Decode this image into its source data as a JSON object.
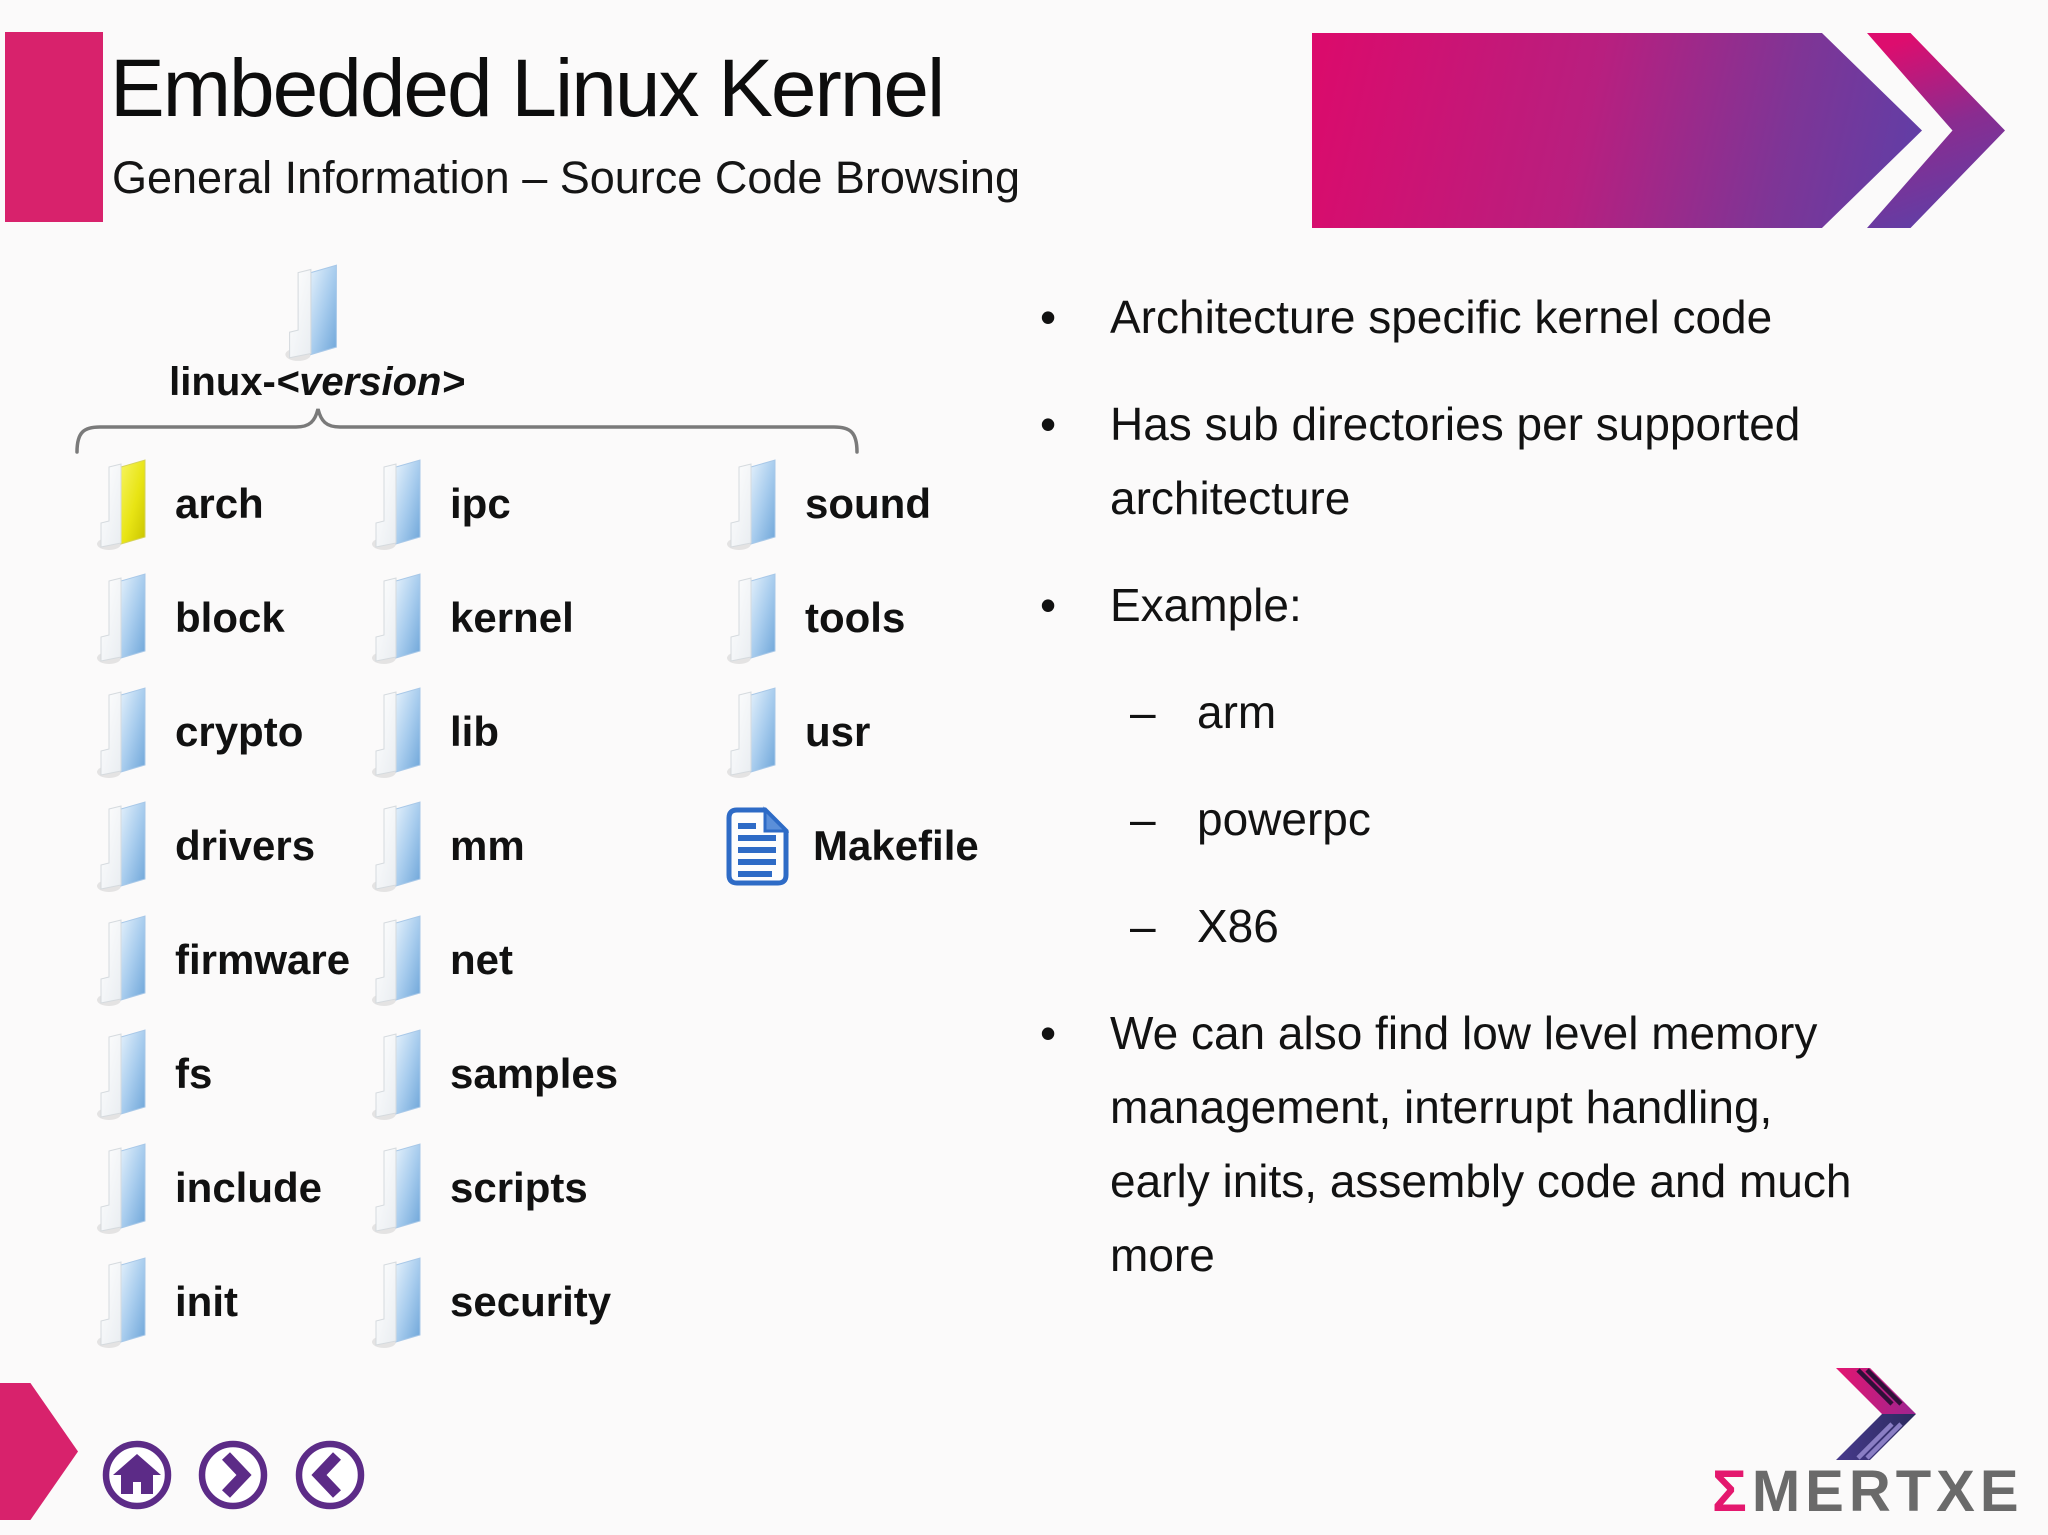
{
  "slide": {
    "title": "Embedded Linux Kernel",
    "subtitle": "General Information – Source Code Browsing"
  },
  "tree": {
    "root": {
      "prefix": "linux-",
      "version": "<version>"
    },
    "columns": [
      {
        "name": "column-1",
        "items": [
          {
            "label": "arch",
            "icon": "folder-yellow-icon"
          },
          {
            "label": "block",
            "icon": "folder-icon"
          },
          {
            "label": "crypto",
            "icon": "folder-icon"
          },
          {
            "label": "drivers",
            "icon": "folder-icon"
          },
          {
            "label": "firmware",
            "icon": "folder-icon"
          },
          {
            "label": "fs",
            "icon": "folder-icon"
          },
          {
            "label": "include",
            "icon": "folder-icon"
          },
          {
            "label": "init",
            "icon": "folder-icon"
          }
        ]
      },
      {
        "name": "column-2",
        "items": [
          {
            "label": "ipc",
            "icon": "folder-icon"
          },
          {
            "label": "kernel",
            "icon": "folder-icon"
          },
          {
            "label": "lib",
            "icon": "folder-icon"
          },
          {
            "label": "mm",
            "icon": "folder-icon"
          },
          {
            "label": "net",
            "icon": "folder-icon"
          },
          {
            "label": "samples",
            "icon": "folder-icon"
          },
          {
            "label": "scripts",
            "icon": "folder-icon"
          },
          {
            "label": "security",
            "icon": "folder-icon"
          }
        ]
      },
      {
        "name": "column-3",
        "items": [
          {
            "label": "sound",
            "icon": "folder-icon"
          },
          {
            "label": "tools",
            "icon": "folder-icon"
          },
          {
            "label": "usr",
            "icon": "folder-icon"
          },
          {
            "label": "Makefile",
            "icon": "makefile-icon"
          }
        ]
      }
    ]
  },
  "bullets": [
    {
      "type": "bullet",
      "text": "Architecture specific kernel code"
    },
    {
      "type": "bullet",
      "text": "Has sub directories per supported architecture"
    },
    {
      "type": "bullet",
      "text": "Example:"
    },
    {
      "type": "sub",
      "text": "arm"
    },
    {
      "type": "sub",
      "text": "powerpc"
    },
    {
      "type": "sub",
      "text": "X86"
    },
    {
      "type": "bullet",
      "text": "We can also find low level memory management, interrupt handling, early inits, assembly code and much more"
    }
  ],
  "list_markers": {
    "bullet": "•",
    "sub": "–"
  },
  "footer": {
    "logo_sigma": "Σ",
    "logo_rest": "MERTXE",
    "nav_icons": [
      "home-icon",
      "next-icon",
      "prev-icon"
    ]
  },
  "colors": {
    "accent_pink": "#d8226c",
    "banner_purple": "#5d3fa8",
    "nav_purple": "#5c2b87",
    "folder_blue": "#7fb2e2",
    "arch_yellow": "#e3df12",
    "makefile_blue": "#2e6bc6",
    "logo_gray": "#6a6a6a",
    "logo_pink": "#e4186e"
  }
}
